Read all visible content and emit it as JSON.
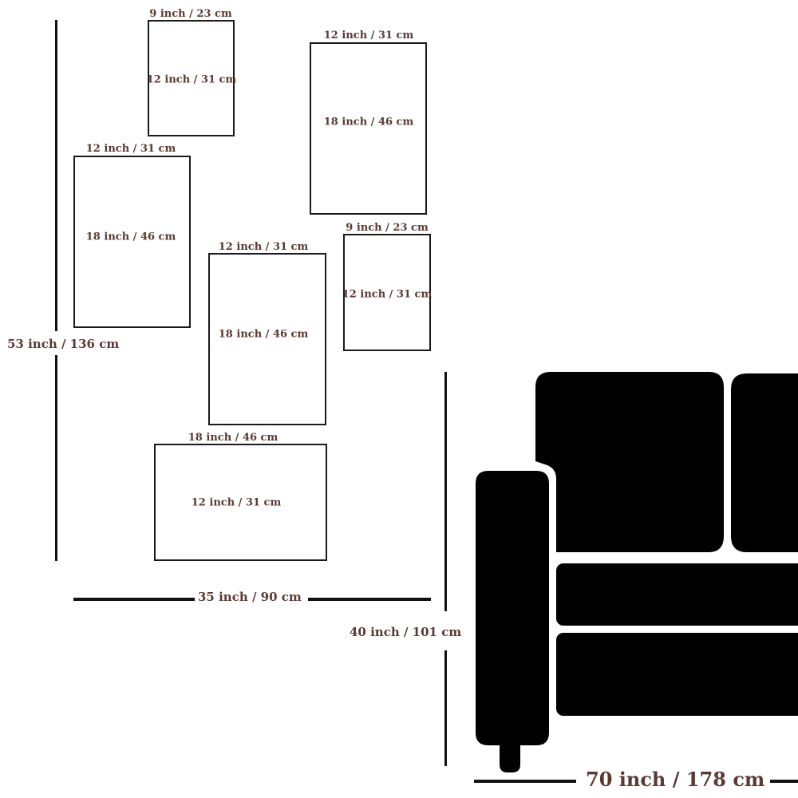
{
  "frames": [
    {
      "width_label": "9 inch / 23 cm",
      "height_label": "12 inch / 31 cm"
    },
    {
      "width_label": "12 inch / 31 cm",
      "height_label": "18 inch / 46 cm"
    },
    {
      "width_label": "12 inch / 31 cm",
      "height_label": "18 inch / 46 cm"
    },
    {
      "width_label": "9 inch / 23 cm",
      "height_label": "12 inch / 31 cm"
    },
    {
      "width_label": "12 inch / 31 cm",
      "height_label": "18 inch / 46 cm"
    },
    {
      "width_label": "18 inch / 46 cm",
      "height_label": "12 inch / 31 cm"
    }
  ],
  "dimensions": {
    "wall_height": "53 inch / 136 cm",
    "wall_width": "35 inch / 90 cm",
    "sofa_height": "40 inch / 101 cm",
    "sofa_width": "70 inch / 178 cm"
  },
  "colors": {
    "label": "#5a3a32",
    "frame_border": "#1a1a1a",
    "sofa": "#000000"
  }
}
